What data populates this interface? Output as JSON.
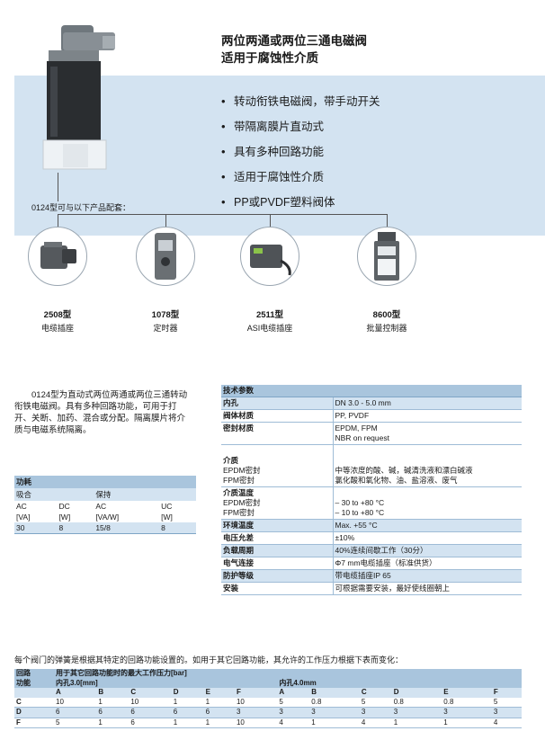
{
  "title_line1": "两位两通或两位三通电磁阀",
  "title_line2": "适用于腐蚀性介质",
  "features": [
    "转动衔铁电磁阀，带手动开关",
    "带隔离膜片直动式",
    "具有多种回路功能",
    "适用于腐蚀性介质",
    "PP或PVDF塑料阀体"
  ],
  "compat_text": "0124型可与以下产品配套：",
  "products": [
    {
      "name": "2508型",
      "desc": "电缆插座"
    },
    {
      "name": "1078型",
      "desc": "定时器"
    },
    {
      "name": "2511型",
      "desc": "ASI电缆插座"
    },
    {
      "name": "8600型",
      "desc": "批量控制器"
    }
  ],
  "description": "0124型为直动式两位两通或两位三通转动衔铁电磁阀。具有多种回路功能，可用于打开、关断、加药、混合或分配。隔离膜片将介质与电磁系统隔离。",
  "power": {
    "title": "功耗",
    "holding": "吸合",
    "keeping": "保持",
    "labels": [
      "AC",
      "DC",
      "AC",
      "UC"
    ],
    "units": [
      "[VA]",
      "[W]",
      "[VA/W]",
      "[W]"
    ],
    "values": [
      "30",
      "8",
      "15/8",
      "8"
    ]
  },
  "spec": {
    "title": "技术参数",
    "bore_k": "内孔",
    "bore_v": "DN 3.0 - 5.0 mm",
    "body_k": "阀体材质",
    "body_v": "PP, PVDF",
    "seal_k": "密封材质",
    "seal_v1": "EPDM, FPM",
    "seal_v2": "NBR on request",
    "medium_k": "介质",
    "medium_s1": "EPDM密封",
    "medium_s2": "FPM密封",
    "medium_v1": "中等浓度的酸、碱，碱清洗液和漂白碱液",
    "medium_v2": "氯化酸和氧化物、油、盐溶液、废气",
    "mtemp_k": "介质温度",
    "mtemp_s1": "EPDM密封",
    "mtemp_s2": "FPM密封",
    "mtemp_v1": "– 30 to +80 °C",
    "mtemp_v2": "– 10 to +80 °C",
    "atemp_k": "环境温度",
    "atemp_v": "Max. +55 °C",
    "volt_k": "电压允差",
    "volt_v": "±10%",
    "duty_k": "负载周期",
    "duty_v": "40%连续间歇工作（30分）",
    "elec_k": "电气连接",
    "elec_v": "Φ7 mm电缆插座（标准供货）",
    "prot_k": "防护等级",
    "prot_v": "带电缆插座IP 65",
    "inst_k": "安装",
    "inst_v": "可根据需要安装，最好使线圈朝上"
  },
  "pressure_note": "每个阀门的弹簧是根据其特定的回路功能设置的。如用于其它回路功能，其允许的工作压力根据下表而变化：",
  "pressure": {
    "col_func1": "回路",
    "col_func2": "功能",
    "title": "用于其它回路功能时的最大工作压力[bar]",
    "bore1": "内孔3.0[mm]",
    "bore2": "内孔4.0mm",
    "letters": [
      "A",
      "B",
      "C",
      "D",
      "E",
      "F"
    ],
    "rows": [
      {
        "func": "C",
        "v1": [
          "10",
          "1",
          "10",
          "1",
          "1",
          "10"
        ],
        "v2": [
          "5",
          "0.8",
          "5",
          "0.8",
          "0.8",
          "5"
        ]
      },
      {
        "func": "D",
        "v1": [
          "6",
          "6",
          "6",
          "6",
          "6",
          "3"
        ],
        "v2": [
          "3",
          "3",
          "3",
          "3",
          "3",
          "3"
        ]
      },
      {
        "func": "F",
        "v1": [
          "5",
          "1",
          "6",
          "1",
          "1",
          "10"
        ],
        "v2": [
          "4",
          "1",
          "4",
          "1",
          "1",
          "4"
        ]
      }
    ]
  },
  "colors": {
    "band": "#d3e3f1",
    "header": "#a9c5dd"
  }
}
